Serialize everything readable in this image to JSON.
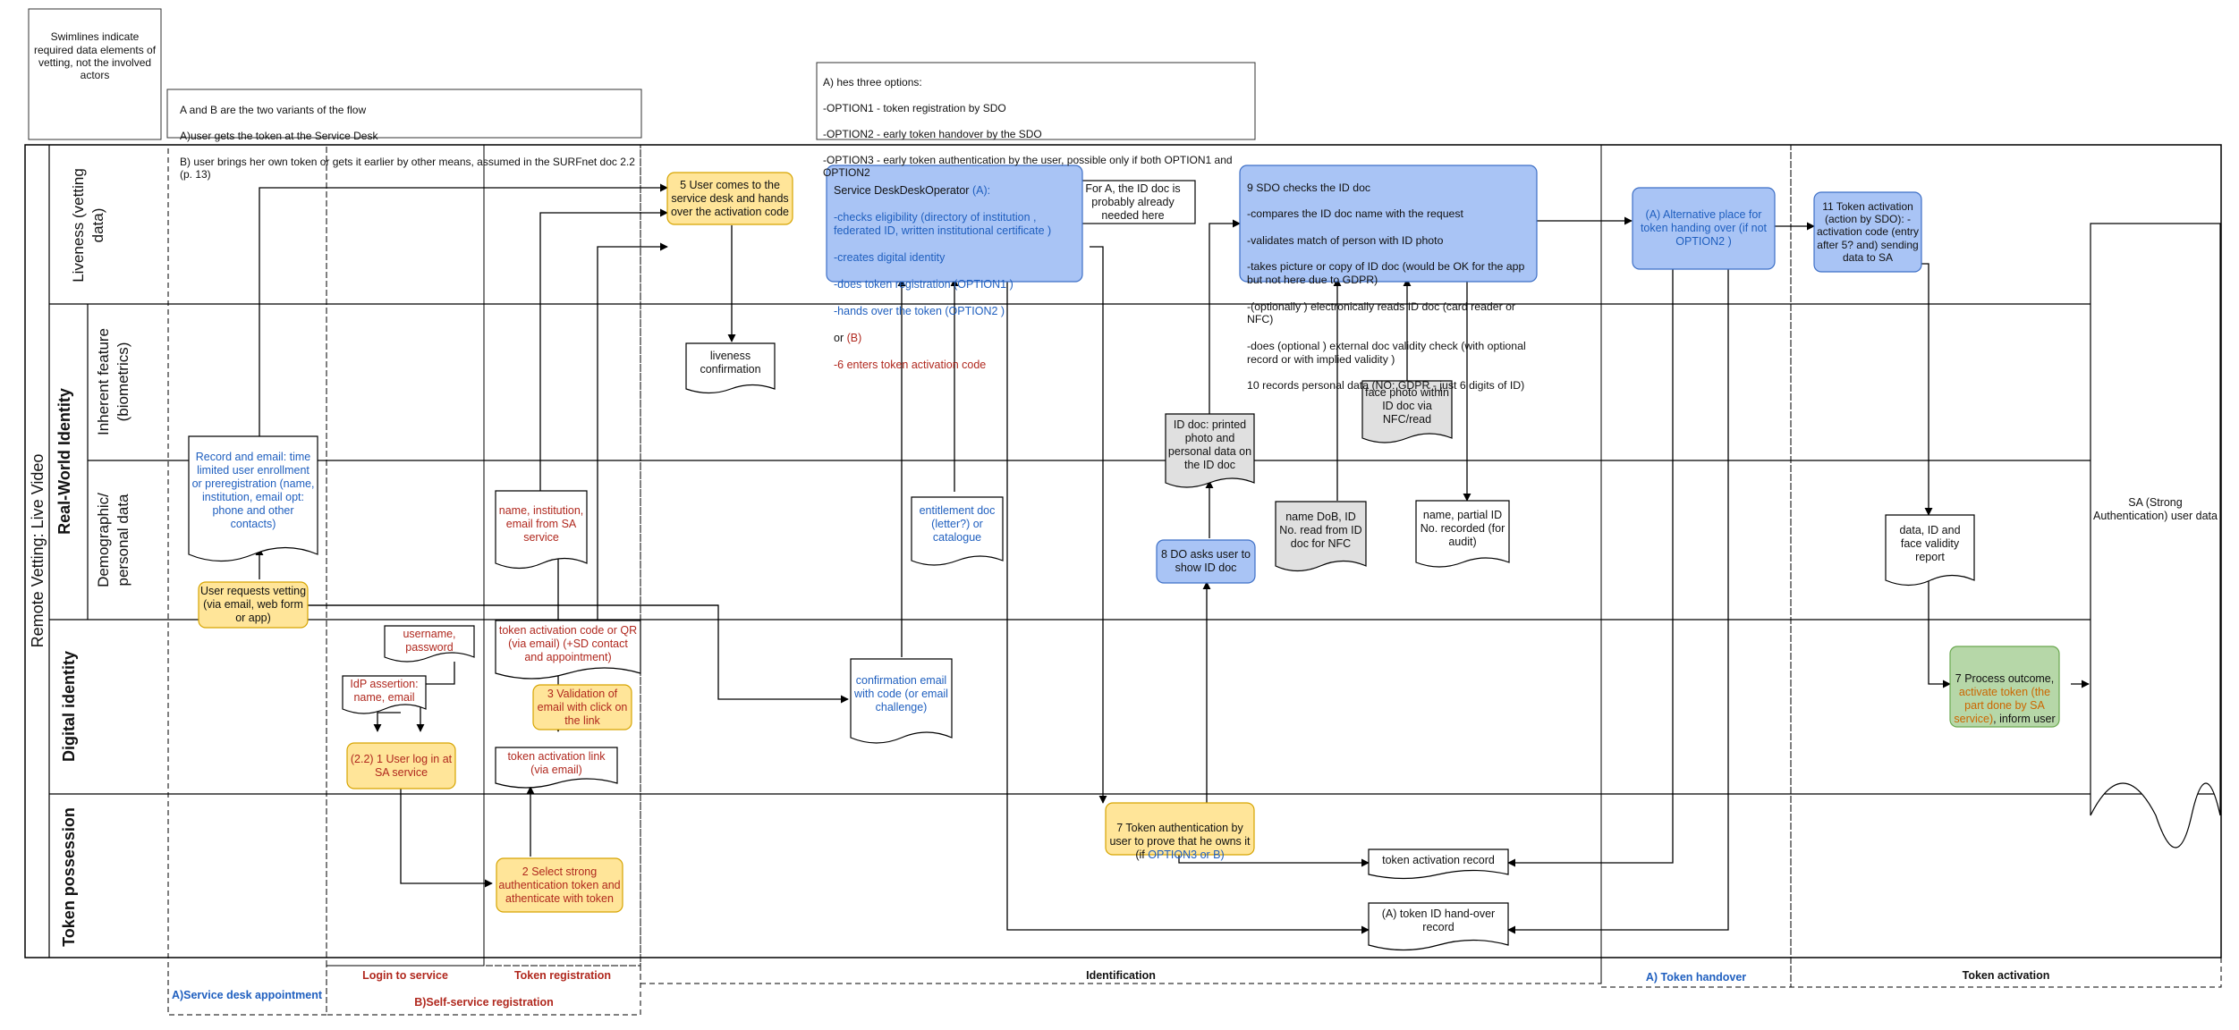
{
  "header": {
    "swimlane_note": "Swimlines indicate required data elements of vetting, not the involved actors",
    "variants": [
      "A and B are the two variants of the flow",
      "A)user gets the token at the Service Desk",
      "B) user brings her own token or gets it earlier by other means, assumed in the SURFnet doc 2.2 (p. 13)"
    ],
    "options": [
      "A) hes three options:",
      "-OPTION1 - token registration by SDO",
      "-OPTION2 - early token handover by the SDO",
      "-OPTION3 - early token authentication by the user, possible only if both OPTION1 and OPTION2"
    ]
  },
  "pool": {
    "title": "Remote Vetting: Live Video",
    "group": "Real-World Identity"
  },
  "lanes": {
    "liveness": "Liveness (vetting data)",
    "inherent": "Inherent feature (biometrics)",
    "demographic": "Demographic/ personal data",
    "digital": "Digital identity",
    "token": "Token possession"
  },
  "phases": {
    "service_desk": "A)Service desk appointment",
    "login": "Login to service",
    "token_reg": "Token registration",
    "self_service": "B)Self-service registration",
    "identification": "Identification",
    "handover": "A) Token handover",
    "activation": "Token activation"
  },
  "nodes": {
    "user_requests": "User requests vetting (via email, web form or app)",
    "record_email": "Record and email: time limited user enrollment or preregistration (name, institution, email opt: phone and other contacts)",
    "username_password": "username, password",
    "idp_assertion": "IdP assertion: name, email",
    "login": "(2.2) 1 User log in at SA service",
    "name_institution": "name, institution, email from SA service",
    "token_code_qr": "token activation code or QR (via email) (+SD contact and appointment)",
    "validation": "3 Validation of email with click on the link",
    "token_link": "token activation link (via email)",
    "select_token": "2 Select strong authentication token and athenticate with token",
    "user_comes": "5 User comes to the service desk and hands over the activation code",
    "liveness_conf": "liveness confirmation",
    "sdo": {
      "title": "Service DeskDeskOperator",
      "title_tag": "(A):",
      "lines": [
        "-checks eligibility (directory of institution , federated ID, written institutional certificate )",
        "-creates digital identity",
        "-does token registration (OPTION1 )",
        "-hands over the token (OPTION2 )"
      ],
      "or_text": "or",
      "or_b": "(B)",
      "last": "-6 enters token activation code"
    },
    "for_a": "For A, the ID doc is probably already needed here",
    "entitlement": "entitlement doc (letter?) or catalogue",
    "confirmation_email": "confirmation email with code (or email challenge)",
    "token_auth_main": "7 Token authentication by user to prove that he owns it (if",
    "token_auth_opt": "OPTION3 or B)",
    "do_asks": "8 DO asks user to show ID doc",
    "id_doc": "ID doc: printed photo and personal data on the ID doc",
    "name_dob": "name DoB, ID No. read from ID doc for NFC",
    "face_photo": "face photo within ID doc via NFC/read",
    "sdo_checks": [
      "9 SDO checks the ID doc",
      "-compares the ID doc name with the request",
      "-validates match of person with ID photo",
      "-takes picture or copy of ID doc (would be OK for the app but not here due to GDPR)",
      "-(optionally ) electronically reads ID doc (card reader or NFC)",
      "-does (optional ) external doc validity check (with optional record or with implied validity )",
      "10 records personal data (NO: GDPR - just 6 digits of ID)"
    ],
    "name_partial": "name, partial ID No. recorded (for audit)",
    "token_activation_record": "token activation record",
    "token_handover_record": "(A) token ID hand-over record",
    "alternative": "(A) Alternative place for token handing over (if not OPTION2 )",
    "token_activation_11": "11 Token activation (action by SDO): -activation code (entry after 5? and) sending data to SA",
    "data_report": "data, ID and face validity report",
    "process_main": "7 Process outcome,",
    "process_orange": "activate token (the part done by SA service)",
    "process_end": ", inform user",
    "sa_store": "SA (Strong Authentication) user data"
  },
  "colors": {
    "yellow": "#ffe599",
    "yellow_stroke": "#d6a400",
    "blue": "#a9c4f5",
    "blue_stroke": "#3d6fc6",
    "green": "#b6d7a8",
    "green_stroke": "#6aa84f",
    "gray": "#e0e0e0",
    "accent_blue": "#1f5fbf",
    "accent_red": "#b0281e",
    "accent_orange": "#cc6600"
  }
}
